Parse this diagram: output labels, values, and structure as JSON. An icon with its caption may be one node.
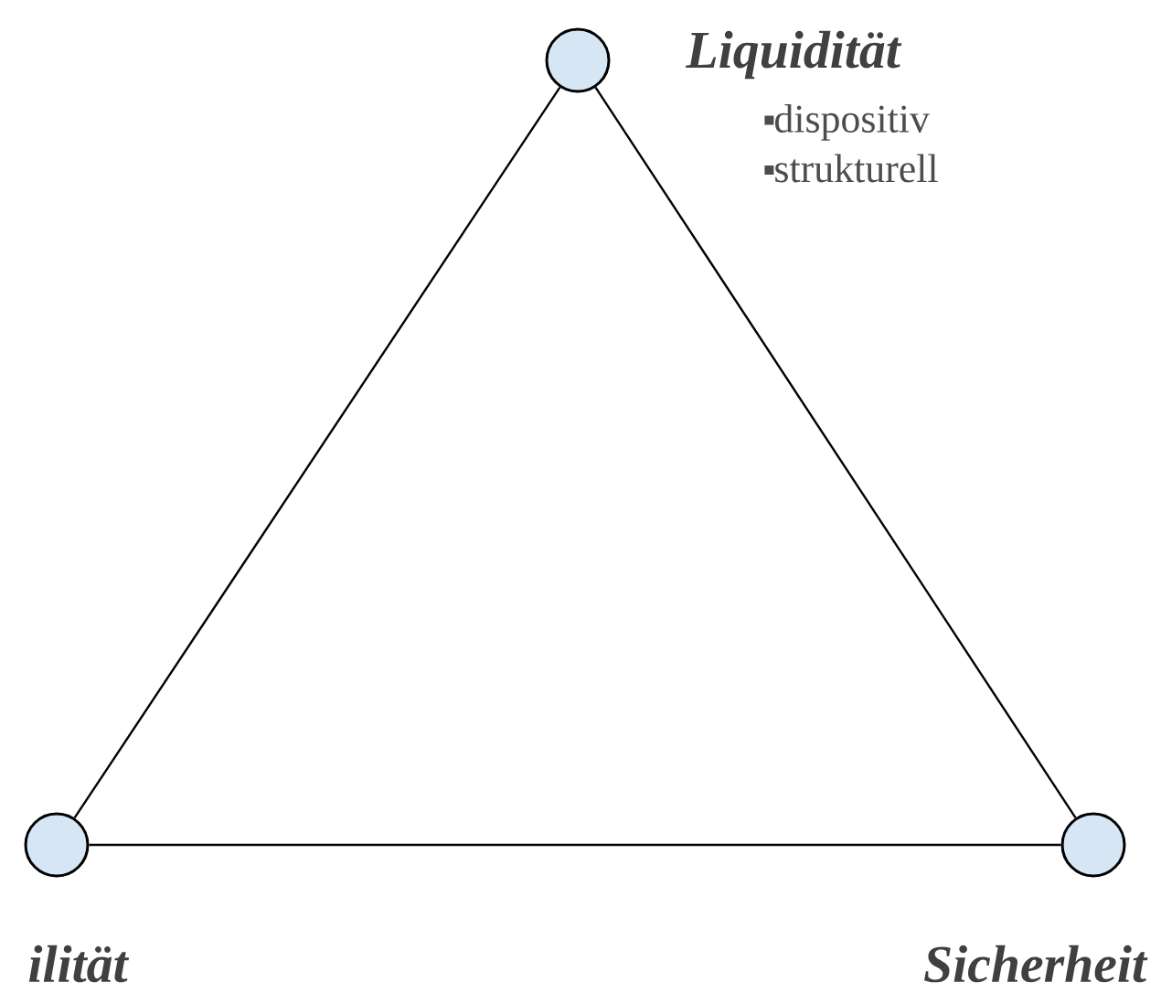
{
  "diagram": {
    "nodes": [
      {
        "text": [],
        "shape": "circle",
        "beside": [
          "Liquidität",
          "dispositiv",
          "strukturell"
        ]
      },
      {
        "text": [],
        "shape": "circle",
        "beside": [
          "ilität"
        ]
      },
      {
        "text": [],
        "shape": "circle",
        "beside": [
          "Sicherheit"
        ]
      }
    ],
    "edges": [
      {
        "from": 0,
        "to": 1,
        "arrow": "none"
      },
      {
        "from": 1,
        "to": 2,
        "arrow": "none"
      },
      {
        "from": 2,
        "to": 0,
        "arrow": "none"
      }
    ]
  }
}
